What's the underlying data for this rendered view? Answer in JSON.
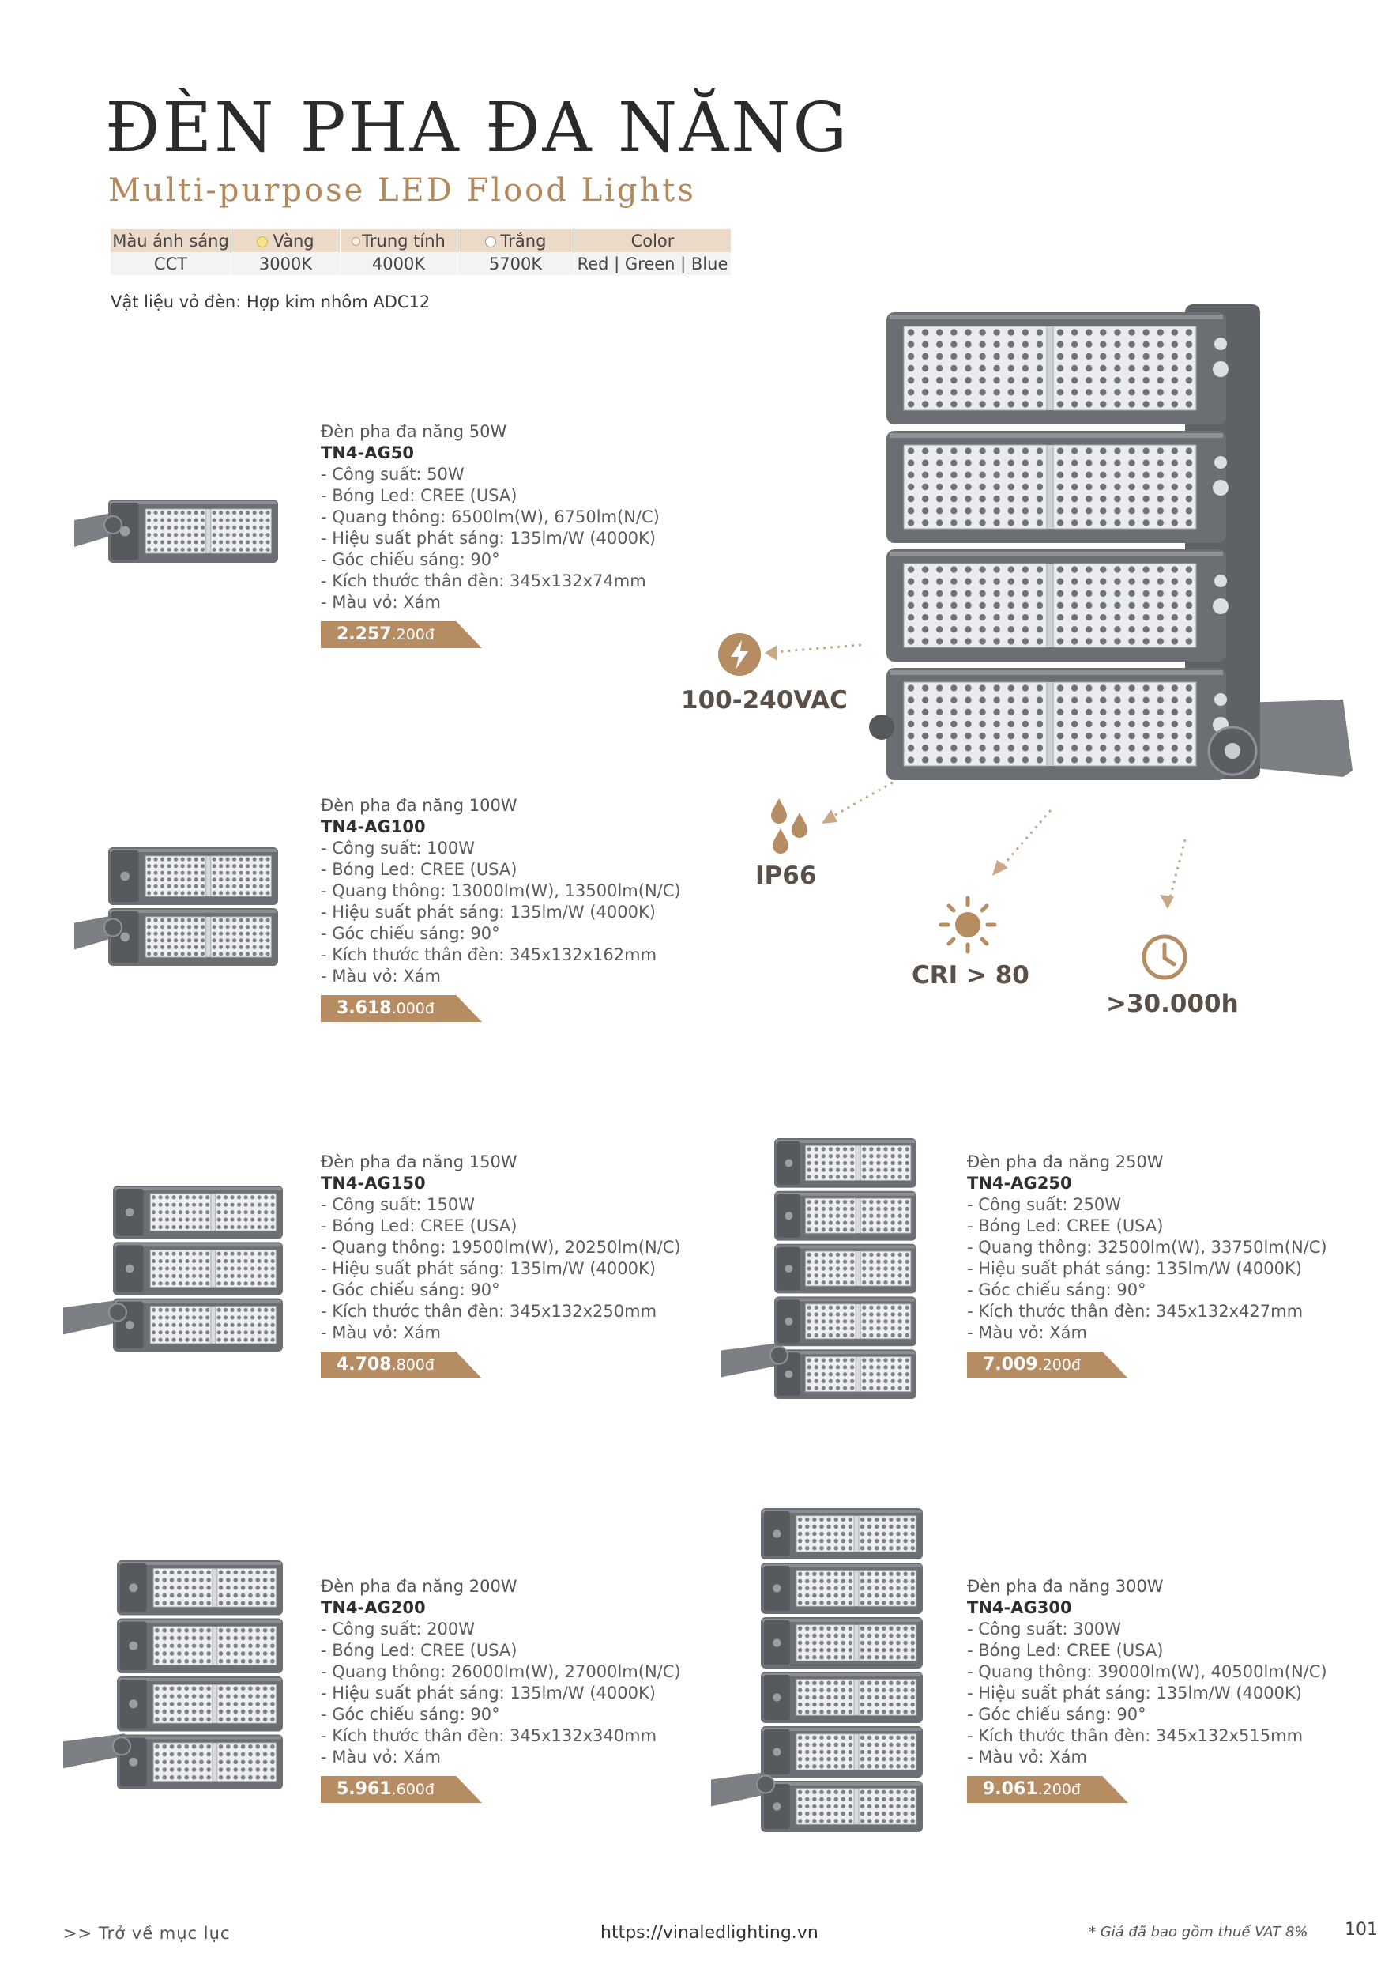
{
  "header": {
    "title": "ĐÈN PHA ĐA NĂNG",
    "subtitle": "Multi-purpose LED Flood Lights"
  },
  "cct_table": {
    "row1": [
      "Màu ánh sáng",
      "Vàng",
      "Trung tính",
      "Trắng",
      "Color"
    ],
    "row2": [
      "CCT",
      "3000K",
      "4000K",
      "5700K",
      "Red | Green | Blue"
    ]
  },
  "material": "Vật liệu vỏ đèn: Hợp kim nhôm ADC12",
  "products": [
    {
      "name": "Đèn pha đa năng 50W",
      "code": "TN4-AG50",
      "specs": [
        "- Công suất: 50W",
        "- Bóng Led: CREE (USA)",
        "- Quang thông: 6500lm(W), 6750lm(N/C)",
        "- Hiệu suất phát sáng: 135lm/W (4000K)",
        "- Góc chiếu sáng: 90°",
        "- Kích thước thân đèn: 345x132x74mm",
        "- Màu vỏ: Xám"
      ],
      "price_main": "2.257",
      "price_tail": ".200đ",
      "modules": 1
    },
    {
      "name": "Đèn pha đa năng 100W",
      "code": "TN4-AG100",
      "specs": [
        "- Công suất: 100W",
        "- Bóng Led: CREE (USA)",
        "- Quang thông: 13000lm(W), 13500lm(N/C)",
        "- Hiệu suất phát sáng: 135lm/W (4000K)",
        "- Góc chiếu sáng: 90°",
        "- Kích thước thân đèn: 345x132x162mm",
        "- Màu vỏ: Xám"
      ],
      "price_main": "3.618",
      "price_tail": ".000đ",
      "modules": 2
    },
    {
      "name": "Đèn pha đa năng 150W",
      "code": "TN4-AG150",
      "specs": [
        "- Công suất: 150W",
        "- Bóng Led: CREE (USA)",
        "- Quang thông: 19500lm(W), 20250lm(N/C)",
        "- Hiệu suất phát sáng: 135lm/W (4000K)",
        "- Góc chiếu sáng: 90°",
        "- Kích thước thân đèn: 345x132x250mm",
        "- Màu vỏ: Xám"
      ],
      "price_main": "4.708",
      "price_tail": ".800đ",
      "modules": 3
    },
    {
      "name": "Đèn pha đa năng 250W",
      "code": "TN4-AG250",
      "specs": [
        "- Công suất: 250W",
        "- Bóng Led: CREE (USA)",
        "- Quang thông: 32500lm(W), 33750lm(N/C)",
        "- Hiệu suất phát sáng: 135lm/W (4000K)",
        "- Góc chiếu sáng: 90°",
        "- Kích thước thân đèn: 345x132x427mm",
        "- Màu vỏ: Xám"
      ],
      "price_main": "7.009",
      "price_tail": ".200đ",
      "modules": 5
    },
    {
      "name": "Đèn pha đa năng 200W",
      "code": "TN4-AG200",
      "specs": [
        "- Công suất: 200W",
        "- Bóng Led: CREE (USA)",
        "- Quang thông: 26000lm(W), 27000lm(N/C)",
        "- Hiệu suất phát sáng: 135lm/W (4000K)",
        "- Góc chiếu sáng: 90°",
        "- Kích thước thân đèn: 345x132x340mm",
        "- Màu vỏ: Xám"
      ],
      "price_main": "5.961",
      "price_tail": ".600đ",
      "modules": 4
    },
    {
      "name": "Đèn pha đa năng 300W",
      "code": "TN4-AG300",
      "specs": [
        "- Công suất: 300W",
        "- Bóng Led: CREE (USA)",
        "- Quang thông: 39000lm(W), 40500lm(N/C)",
        "- Hiệu suất phát sáng: 135lm/W (4000K)",
        "- Góc chiếu sáng: 90°",
        "- Kích thước thân đèn: 345x132x515mm",
        "- Màu vỏ: Xám"
      ],
      "price_main": "9.061",
      "price_tail": ".200đ",
      "modules": 6
    }
  ],
  "features": {
    "voltage": "100-240VAC",
    "ip": "IP66",
    "cri": "CRI > 80",
    "life": ">30.000h"
  },
  "icons": {
    "voltage": "lightning-icon",
    "ip": "water-drops-icon",
    "cri": "sun-icon",
    "life": "clock-icon"
  },
  "colors": {
    "accent": "#b68c63",
    "table_header": "#ecdac9",
    "lamp_body": "#6b6e73",
    "feature_text": "#5a5048"
  },
  "footer": {
    "back_link": ">> Trở về mục lục",
    "url": "https://vinaledlighting.vn",
    "vat_note": "* Giá đã bao gồm thuế VAT 8%",
    "page_number": "101"
  }
}
